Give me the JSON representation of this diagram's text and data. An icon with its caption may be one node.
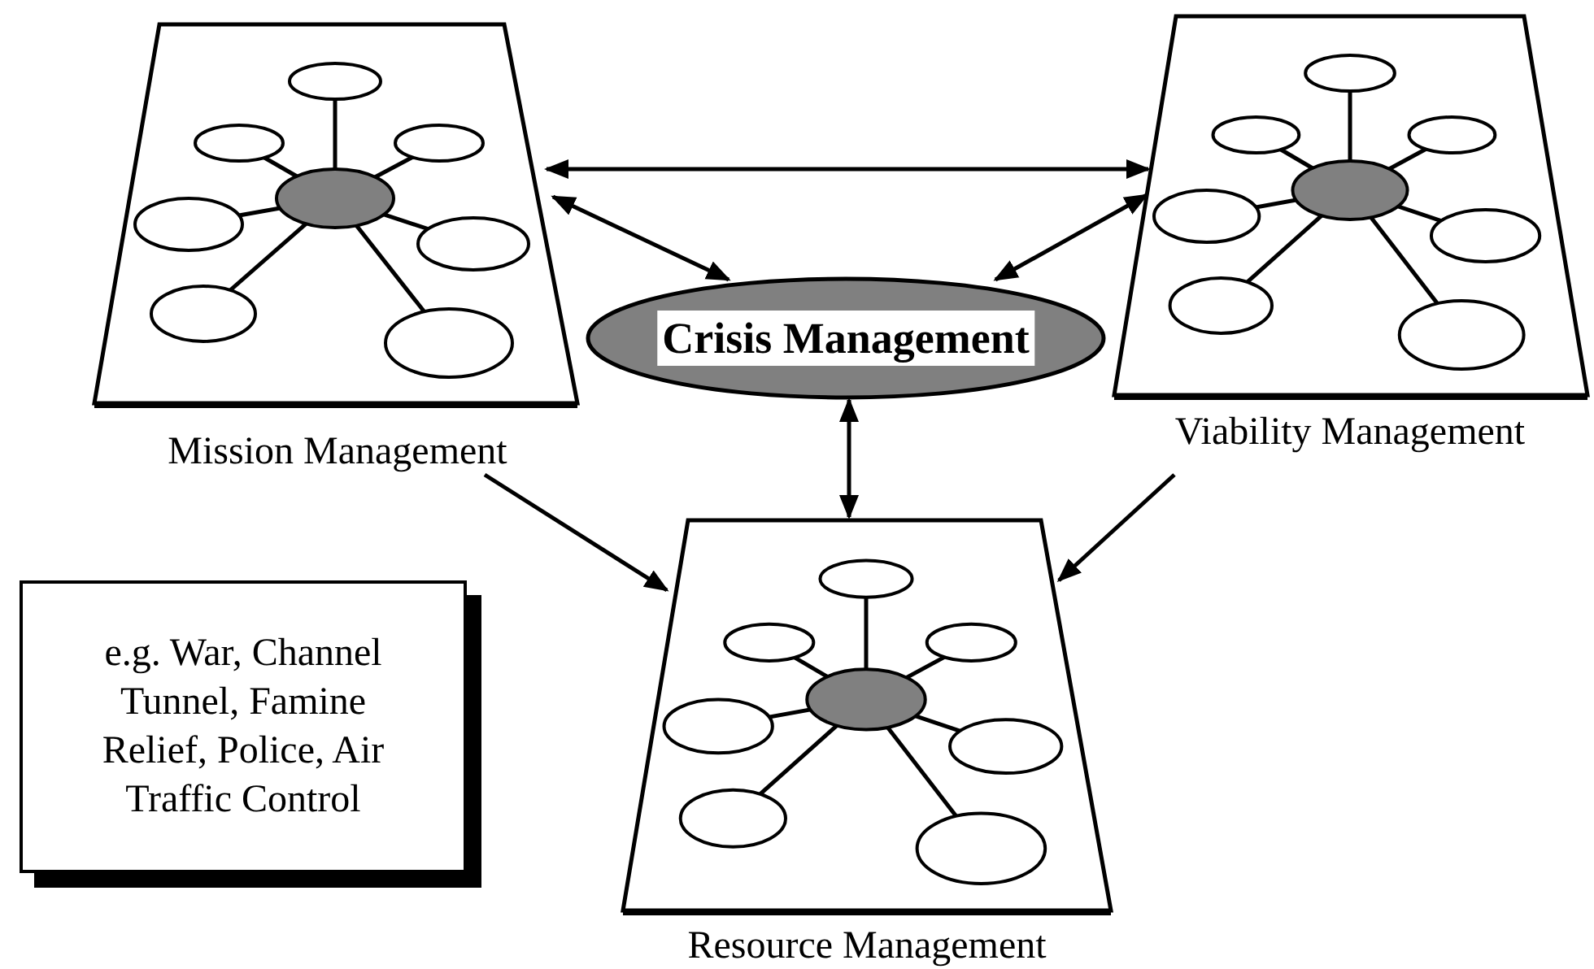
{
  "diagram": {
    "nodes": [
      {
        "text": [
          "Mission Management"
        ]
      },
      {
        "text": [
          "Viability Management"
        ]
      },
      {
        "text": [
          "Crisis Management"
        ]
      },
      {
        "text": [
          "Resource Management"
        ]
      },
      {
        "text": [
          "e.g. War, Channel Tunnel, Famine Relief, Police, Air Traffic Control"
        ]
      }
    ],
    "edges": [
      {
        "from": 0,
        "to": 1,
        "arrow": "both"
      },
      {
        "from": 0,
        "to": 2,
        "arrow": "both"
      },
      {
        "from": 1,
        "to": 2,
        "arrow": "both"
      },
      {
        "from": 2,
        "to": 3,
        "arrow": "both"
      },
      {
        "from": 0,
        "to": 3,
        "arrow": "to"
      },
      {
        "from": 1,
        "to": 3,
        "arrow": "to"
      }
    ]
  }
}
